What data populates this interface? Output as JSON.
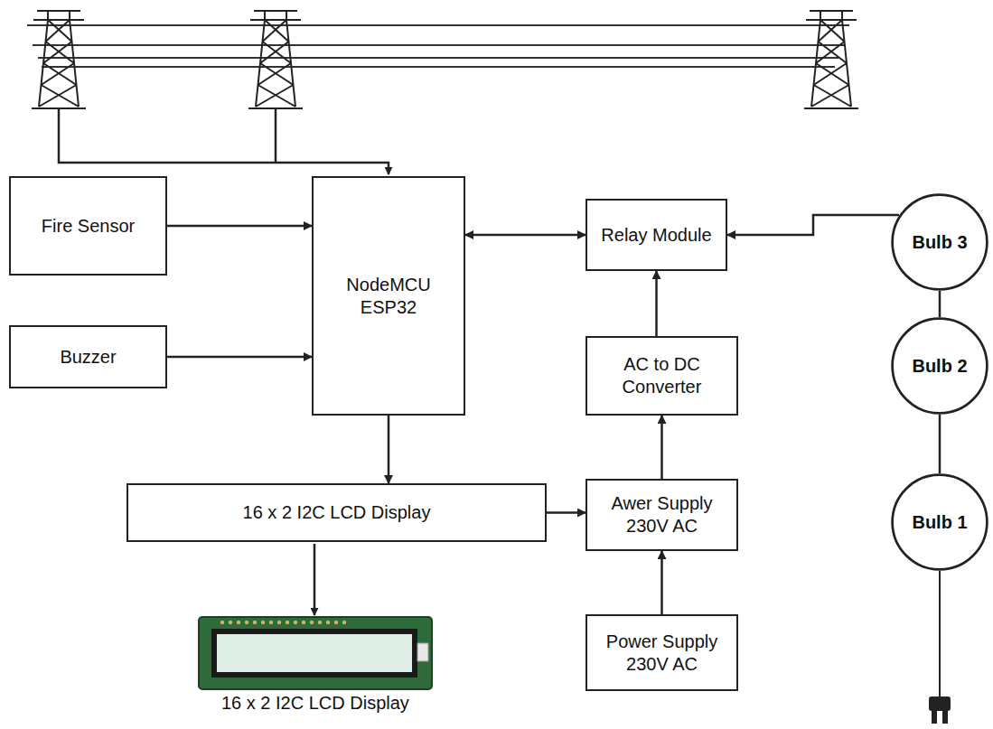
{
  "diagram": {
    "nodes": [
      {
        "text": [
          "Fire Sensor"
        ]
      },
      {
        "text": [
          "NodeMCU ESP32"
        ]
      },
      {
        "text": [
          "Relay Module"
        ]
      },
      {
        "text": [
          "Bulb 3"
        ]
      },
      {
        "text": [
          "Buzzer"
        ]
      },
      {
        "text": [
          "AC to DC Converter"
        ]
      },
      {
        "text": [
          "Bulb 2"
        ]
      },
      {
        "text": [
          "16 x 2 I2C LCD Display"
        ]
      },
      {
        "text": [
          "Awer Supply 230V AC"
        ]
      },
      {
        "text": [
          "Bulb 1"
        ]
      },
      {
        "text": [
          "Power Supply 230V AC"
        ]
      }
    ],
    "edges": [
      {
        "from": 0,
        "to": 1,
        "arrow": "to"
      },
      {
        "from": 4,
        "to": 1,
        "arrow": "to"
      },
      {
        "from": 1,
        "to": 2,
        "arrow": "both"
      },
      {
        "from": 3,
        "to": 2,
        "arrow": "to"
      },
      {
        "from": 1,
        "to": 7,
        "arrow": "to"
      },
      {
        "from": 7,
        "to": 8,
        "arrow": "to"
      },
      {
        "from": 8,
        "to": 5,
        "arrow": "to"
      },
      {
        "from": 5,
        "to": 2,
        "arrow": "to"
      },
      {
        "from": 10,
        "to": 8,
        "arrow": "to"
      },
      {
        "from": 3,
        "to": 6,
        "arrow": "none"
      },
      {
        "from": 6,
        "to": 9,
        "arrow": "none"
      }
    ],
    "labels": [
      "16 x 2 I2C LCD Display"
    ]
  }
}
